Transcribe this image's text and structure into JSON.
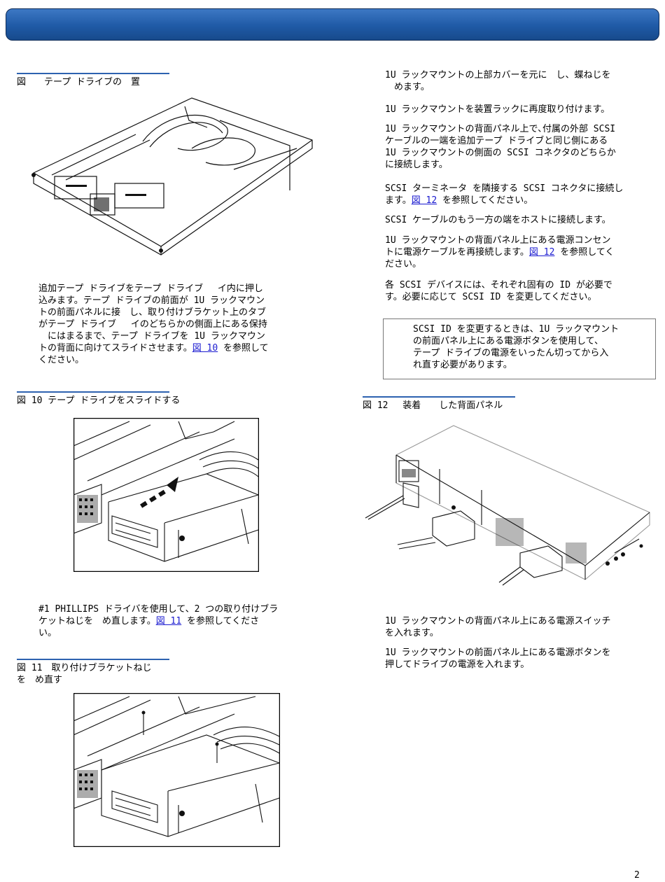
{
  "figures": {
    "fig9": {
      "caption": "図　　テープ ドライブの　置"
    },
    "fig10": {
      "caption": "図 10 テープ ドライブをスライドする"
    },
    "fig11": {
      "caption_line1": "図 11　取り付けブラケットねじ",
      "caption_line2": "を　め直す"
    },
    "fig12": {
      "caption": "図 12　 装着　　した背面パネル"
    }
  },
  "left": {
    "p1": [
      "追加テープ ドライブをテープ ドライブ　 イ内に押し",
      "込みます。テープ ドライブの前面が 1U ラックマウン",
      "トの前面パネルに接　し、取り付けブラケット上のタブ",
      "がテープ ドライブ　 イのどちらかの側面上にある保持",
      "　にはまるまで、テープ ドライブを 1U ラックマウン"
    ],
    "p1_last_pre": "トの背面に向けてスライドさせます。",
    "p1_link": "図 10",
    "p1_last_post": " を参照して",
    "p1_tail": "ください。",
    "p2_line1": "#1 PHILLIPS ドライバを使用して、2 つの取り付けブラ",
    "p2_line2_pre": "ケットねじを　め直します。",
    "p2_link": "図 11",
    "p2_line2_post": " を参照してくださ",
    "p2_tail": "い。"
  },
  "right": {
    "s1": [
      "1U ラックマウントの上部カバーを元に　し、蝶ねじを",
      "　めます。"
    ],
    "s2": "1U ラックマウントを装置ラックに再度取り付けます。",
    "s3": [
      "1U ラックマウントの背面パネル上で､付属の外部 SCSI",
      "ケーブルの一端を追加テープ ドライブと同じ側にある",
      "1U ラックマウントの側面の SCSI コネクタのどちらか",
      "に接続します。"
    ],
    "s4_line1": "SCSI ターミネータ を隣接する SCSI コネクタに接続し",
    "s4_line2_pre": "ます。",
    "s4_link": "図 12",
    "s4_line2_post": " を参照してください。",
    "s5": "SCSI ケーブルのもう一方の端をホストに接続します。",
    "s6_line1": "1U ラックマウントの背面パネル上にある電源コンセン",
    "s6_line2_pre": "トに電源ケーブルを再接続します。",
    "s6_link": "図 12",
    "s6_line2_post": " を参照してく",
    "s6_tail": "ださい。",
    "s7": [
      "各 SCSI デバイスには、それぞれ固有の ID が必要で",
      "す。必要に応じて SCSI ID を変更してください。"
    ],
    "note": [
      "SCSI ID を変更するときは、1U ラックマウント",
      "の前面パネル上にある電源ボタンを使用して、",
      "テープ ドライブの電源をいったん切ってから入",
      "れ直す必要があります。"
    ],
    "s8": [
      "1U ラックマウントの背面パネル上にある電源スイッチ",
      "を入れます。"
    ],
    "s9": [
      "1U ラックマウントの前面パネル上にある電源ボタンを",
      "押してドライブの電源を入れます。"
    ]
  },
  "page_number": "2"
}
